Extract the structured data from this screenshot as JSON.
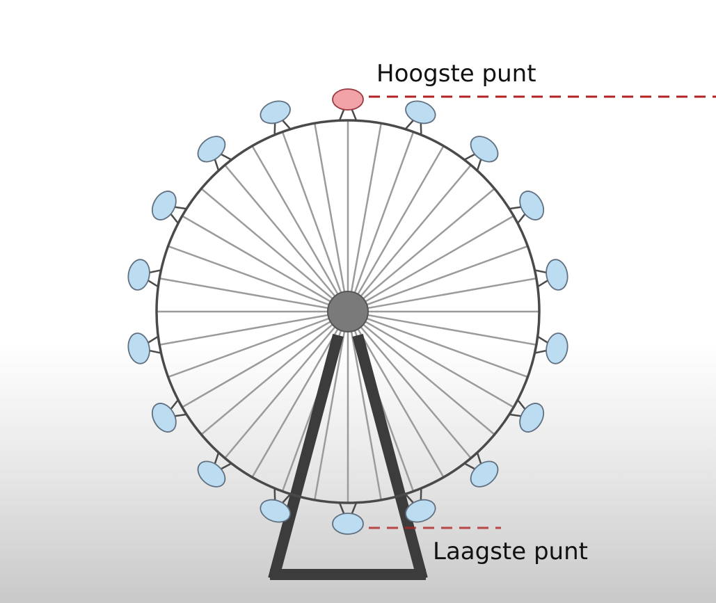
{
  "labels": {
    "highest": "Hoogste punt",
    "lowest": "Laagste punt"
  },
  "wheel": {
    "spoke_count": 36,
    "cabin_count": 18
  },
  "colors": {
    "rim": "#4a4a4a",
    "spoke": "#9b9b9b",
    "hub": "#7a7a7a",
    "hub_stroke": "#555555",
    "cabin_fill": "#bcdcf2",
    "cabin_stroke": "#607080",
    "highlight_cabin_fill": "#f2a3a8",
    "highlight_cabin_stroke": "#9a3a40",
    "marker_line": "#b22222",
    "frame": "#3c3c3c"
  }
}
